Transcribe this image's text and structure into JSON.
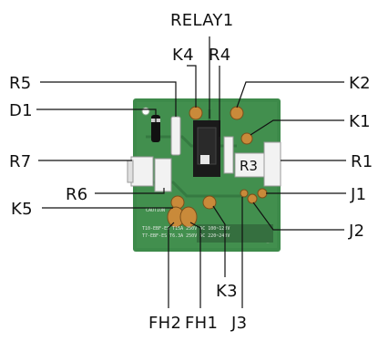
{
  "labels": {
    "relay1": "RELAY1",
    "k4": "K4",
    "r4": "R4",
    "r5": "R5",
    "k2": "K2",
    "d1": "D1",
    "k1": "K1",
    "r7": "R7",
    "r1": "R1",
    "r6": "R6",
    "j1": "J1",
    "k5": "K5",
    "j2": "J2",
    "k3": "K3",
    "fh2": "FH2",
    "fh1": "FH1",
    "j3": "J3"
  },
  "board": {
    "r3_print": "R3",
    "caution_line": "CAUTION",
    "spec_row1": "T10-EBF-ES  T15A  250V  AC  100~120V",
    "spec_row2": "T7-EBF-ES  T6.3A  250V  AC  220~240V"
  },
  "colors": {
    "pcb": "#3d8a4a",
    "pcb_dark": "#2e6e3a",
    "resistor": "#f2f2f2",
    "copper": "#c98a3a",
    "relay": "#1a1a1a"
  }
}
